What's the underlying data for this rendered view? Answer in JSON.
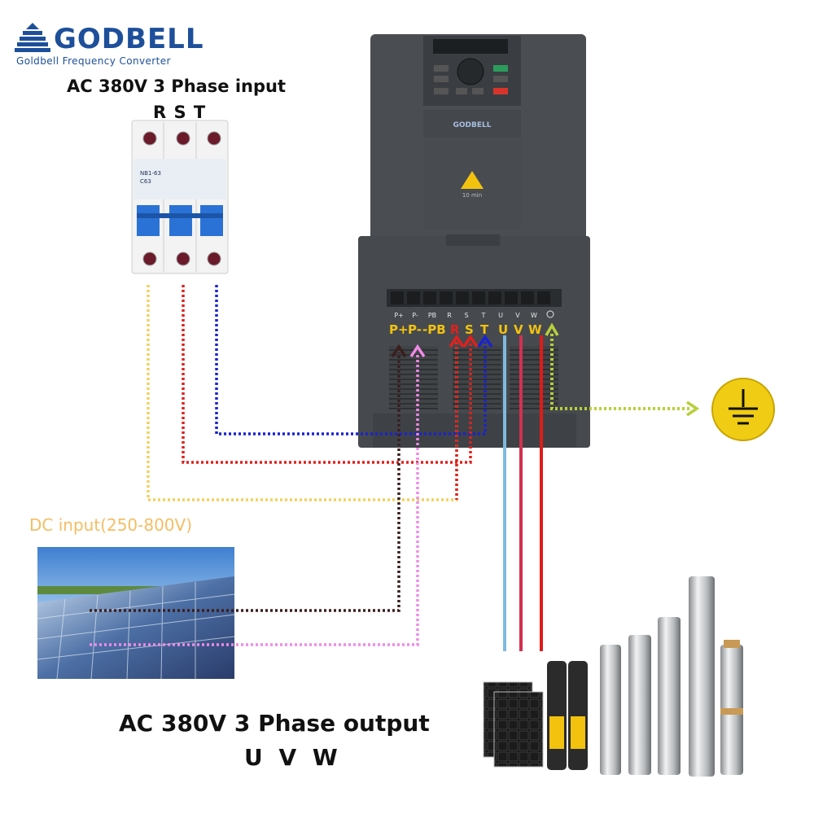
{
  "logo": {
    "name": "GODBELL",
    "tagline": "Goldbell Frequency Converter"
  },
  "input": {
    "title": "AC 380V 3 Phase input",
    "phases": "R S T"
  },
  "breaker": {
    "model": "NB1-63",
    "rating": "C63"
  },
  "inverter": {
    "brand": "GODBELL",
    "warning": "10 min",
    "terminal_small": [
      "P+",
      "P-",
      "PB",
      "R",
      "S",
      "T",
      "U",
      "V",
      "W"
    ],
    "terminal_big": {
      "p_plus": "P+",
      "p_minus": "P-",
      "pb": "-PB",
      "r": "R",
      "s": "S",
      "t": "T",
      "u": "U",
      "v": "V",
      "w": "W"
    }
  },
  "dc_input": {
    "label": "DC input(250-800V)"
  },
  "output": {
    "title": "AC 380V 3 Phase output",
    "phases": "U V W"
  },
  "colors": {
    "yellow_wire": "#f2d060",
    "red_wire": "#e0201d",
    "blue_wire": "#1a23d0",
    "ground_wire": "#b9cf3a",
    "dc_neg_wire": "#3b1e1e",
    "dc_pos_wire": "#ef8ae6",
    "u_wire": "#7fbadf",
    "v_wire": "#d33050",
    "w_wire": "#e01a1a",
    "label_yellow": "#f2c20f",
    "label_red": "#e0201d",
    "label_blue": "#1a23d0"
  }
}
